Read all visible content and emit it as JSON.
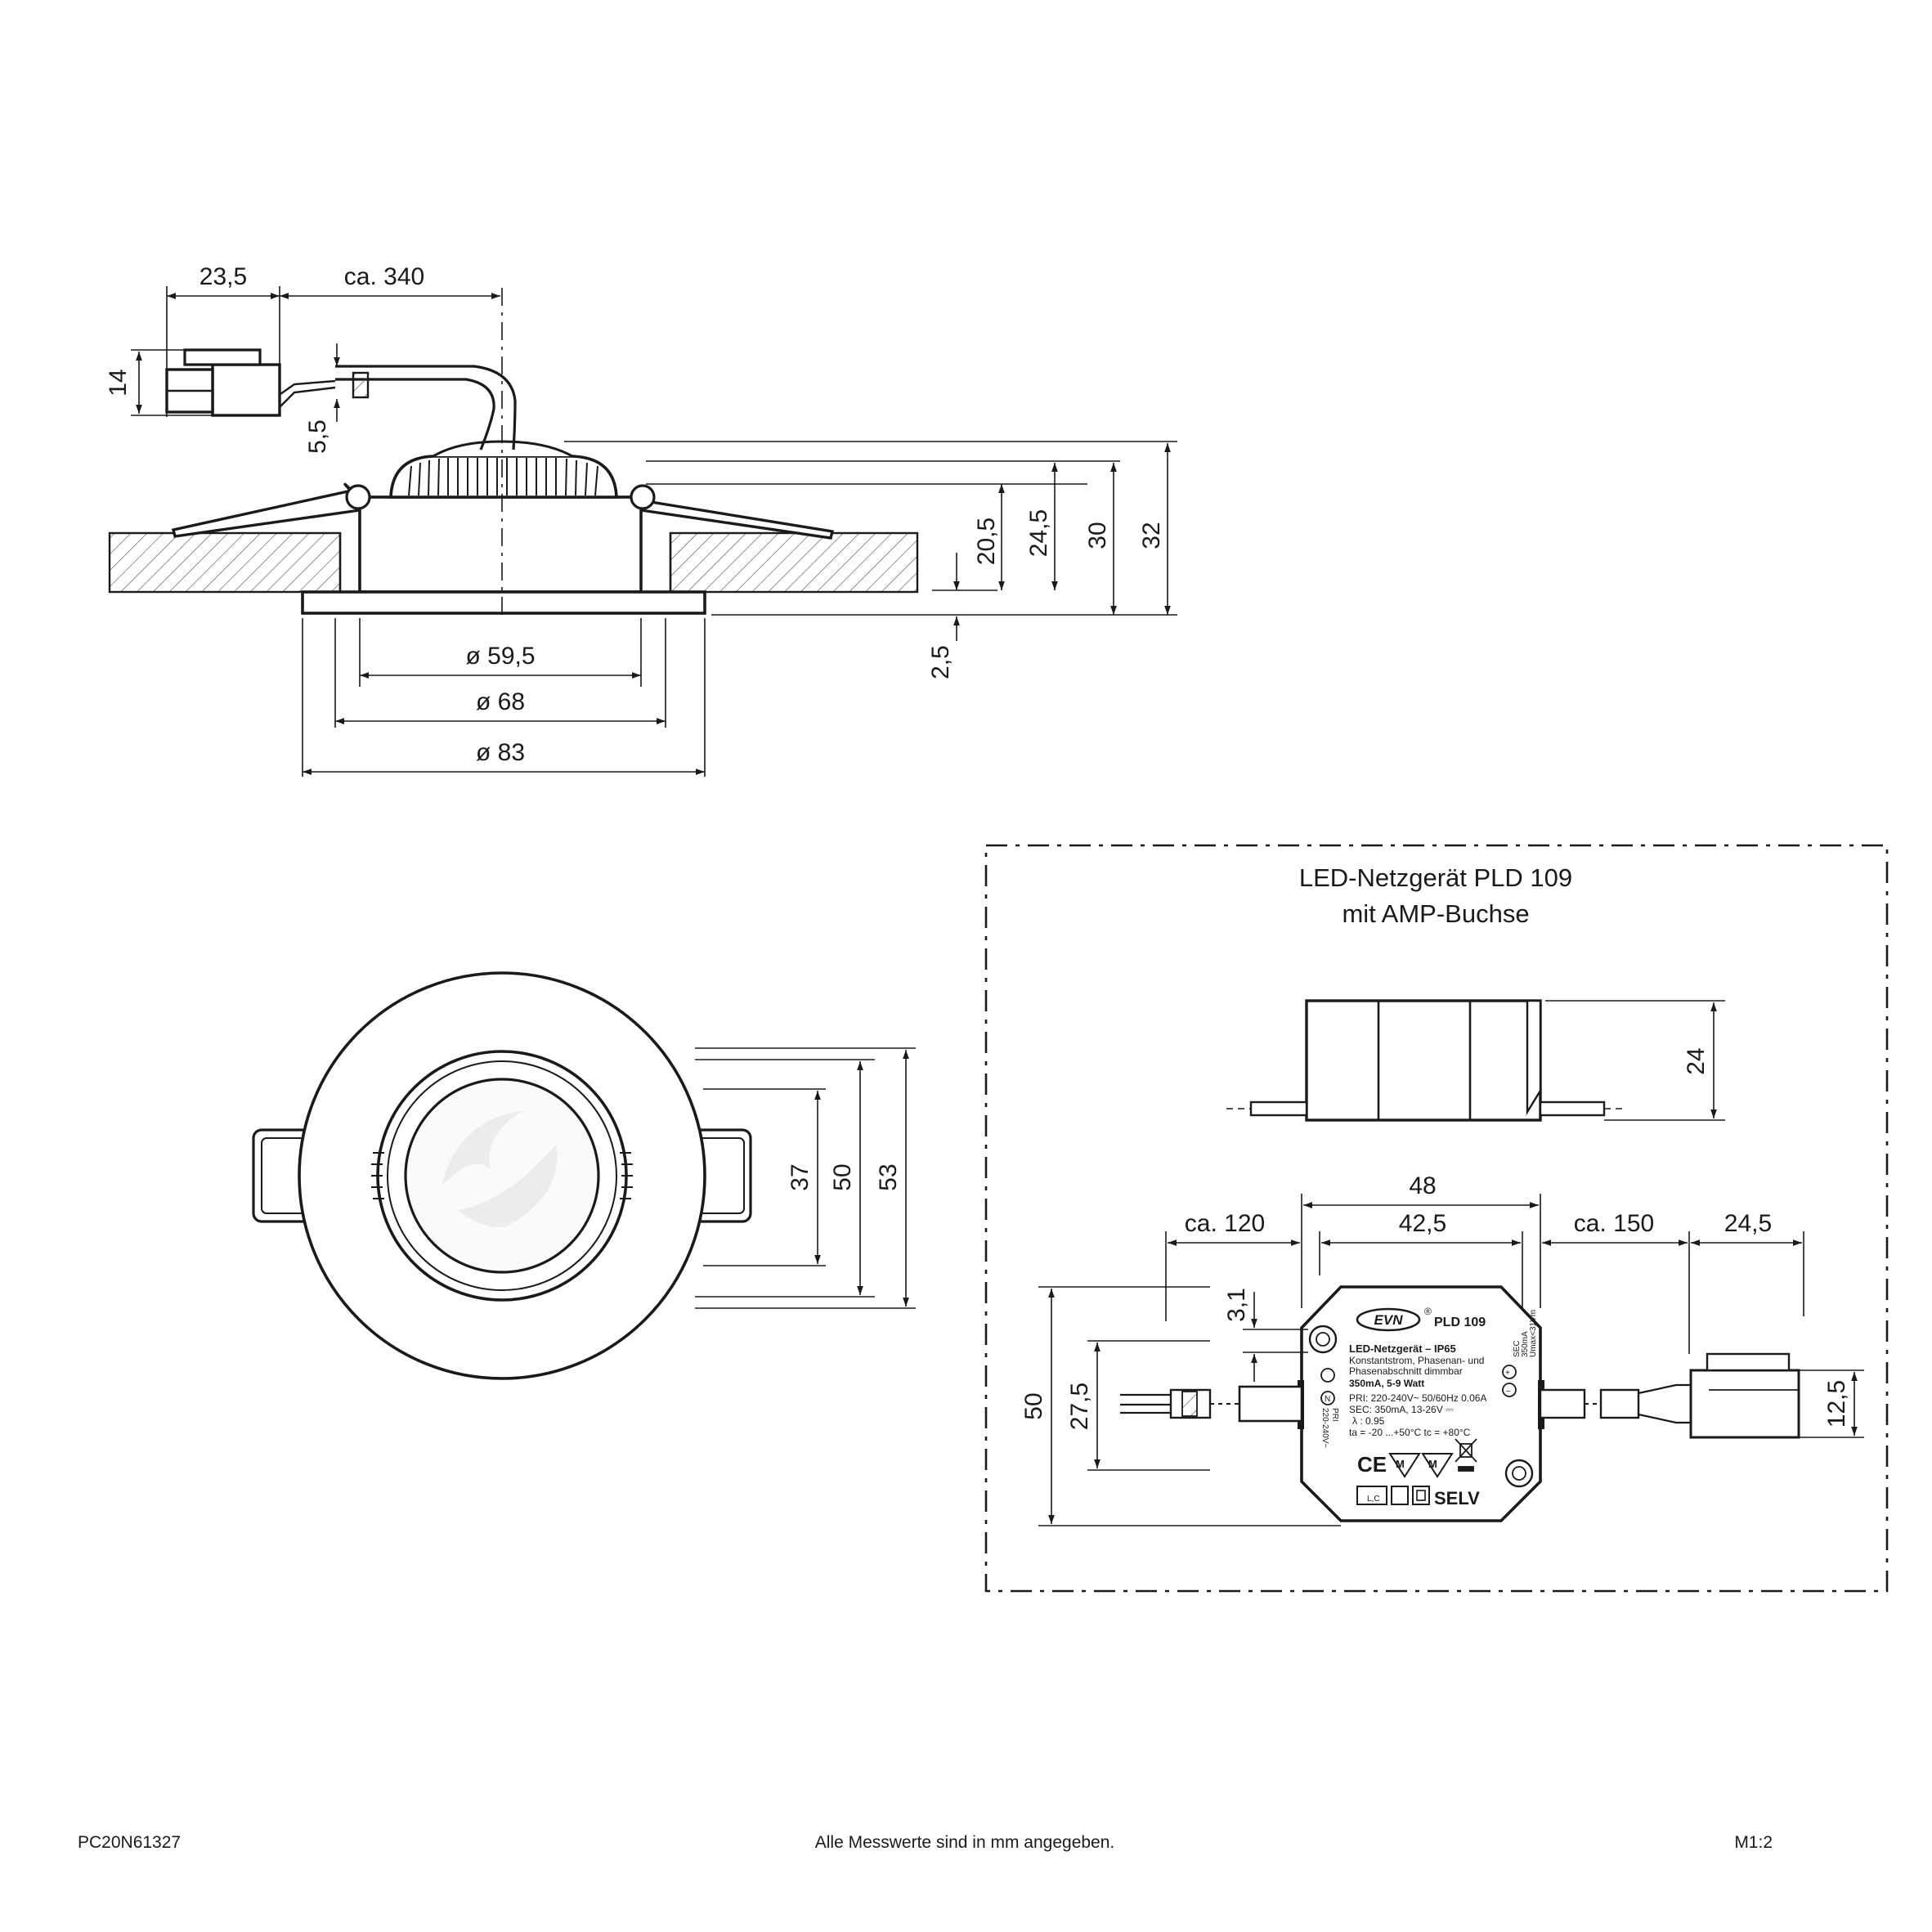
{
  "side_view": {
    "dimensions": {
      "connector_length": "23,5",
      "cable_length": "ca. 340",
      "connector_height": "14",
      "cable_diameter": "5,5",
      "depth_20_5": "20,5",
      "depth_24_5": "24,5",
      "depth_30": "30",
      "depth_32": "32",
      "flange_thickness": "2,5",
      "cutout_diameter": "ø 59,5",
      "housing_diameter": "ø 68",
      "outer_diameter": "ø 83"
    }
  },
  "top_view": {
    "dimensions": {
      "inner_diameter": "37",
      "middle_diameter": "50",
      "outer_diameter": "53"
    }
  },
  "driver_box": {
    "title_line1": "LED-Netzgerät PLD 109",
    "title_line2": "mit AMP-Buchse",
    "dimensions": {
      "height": "24",
      "width_total": "48",
      "width_body": "42,5",
      "cable_left": "ca. 120",
      "cable_right": "ca. 150",
      "socket_length": "24,5",
      "hole_offset": "3,1",
      "depth": "50",
      "inner_depth": "27,5",
      "socket_height": "12,5"
    },
    "label": {
      "brand": "EVN",
      "registered": "®",
      "model": "PLD 109",
      "line1": "LED-Netzgerät  –  IP65",
      "line2": "Konstantstrom, Phasenan- und",
      "line3": "Phasenabschnitt dimmbar",
      "line4": "350mA, 5-9 Watt",
      "line5": "PRI: 220-240V~  50/60Hz 0.06A",
      "line6": "SEC: 350mA, 13-26V ⎓",
      "line7": "λ : 0.95",
      "line8": "ta = -20 ...+50°C  tc = +80°C",
      "ce": "CE",
      "selv": "SELV",
      "lc": "L,C",
      "pri_side": "PRI",
      "pri_volt": "220-240V~",
      "sec_side": "SEC",
      "sec_spec": "350mA",
      "sec_max": "Umax<31Vm"
    }
  },
  "footer": {
    "article": "PC20N61327",
    "note": "Alle Messwerte sind in mm angegeben.",
    "scale": "M1:2"
  }
}
